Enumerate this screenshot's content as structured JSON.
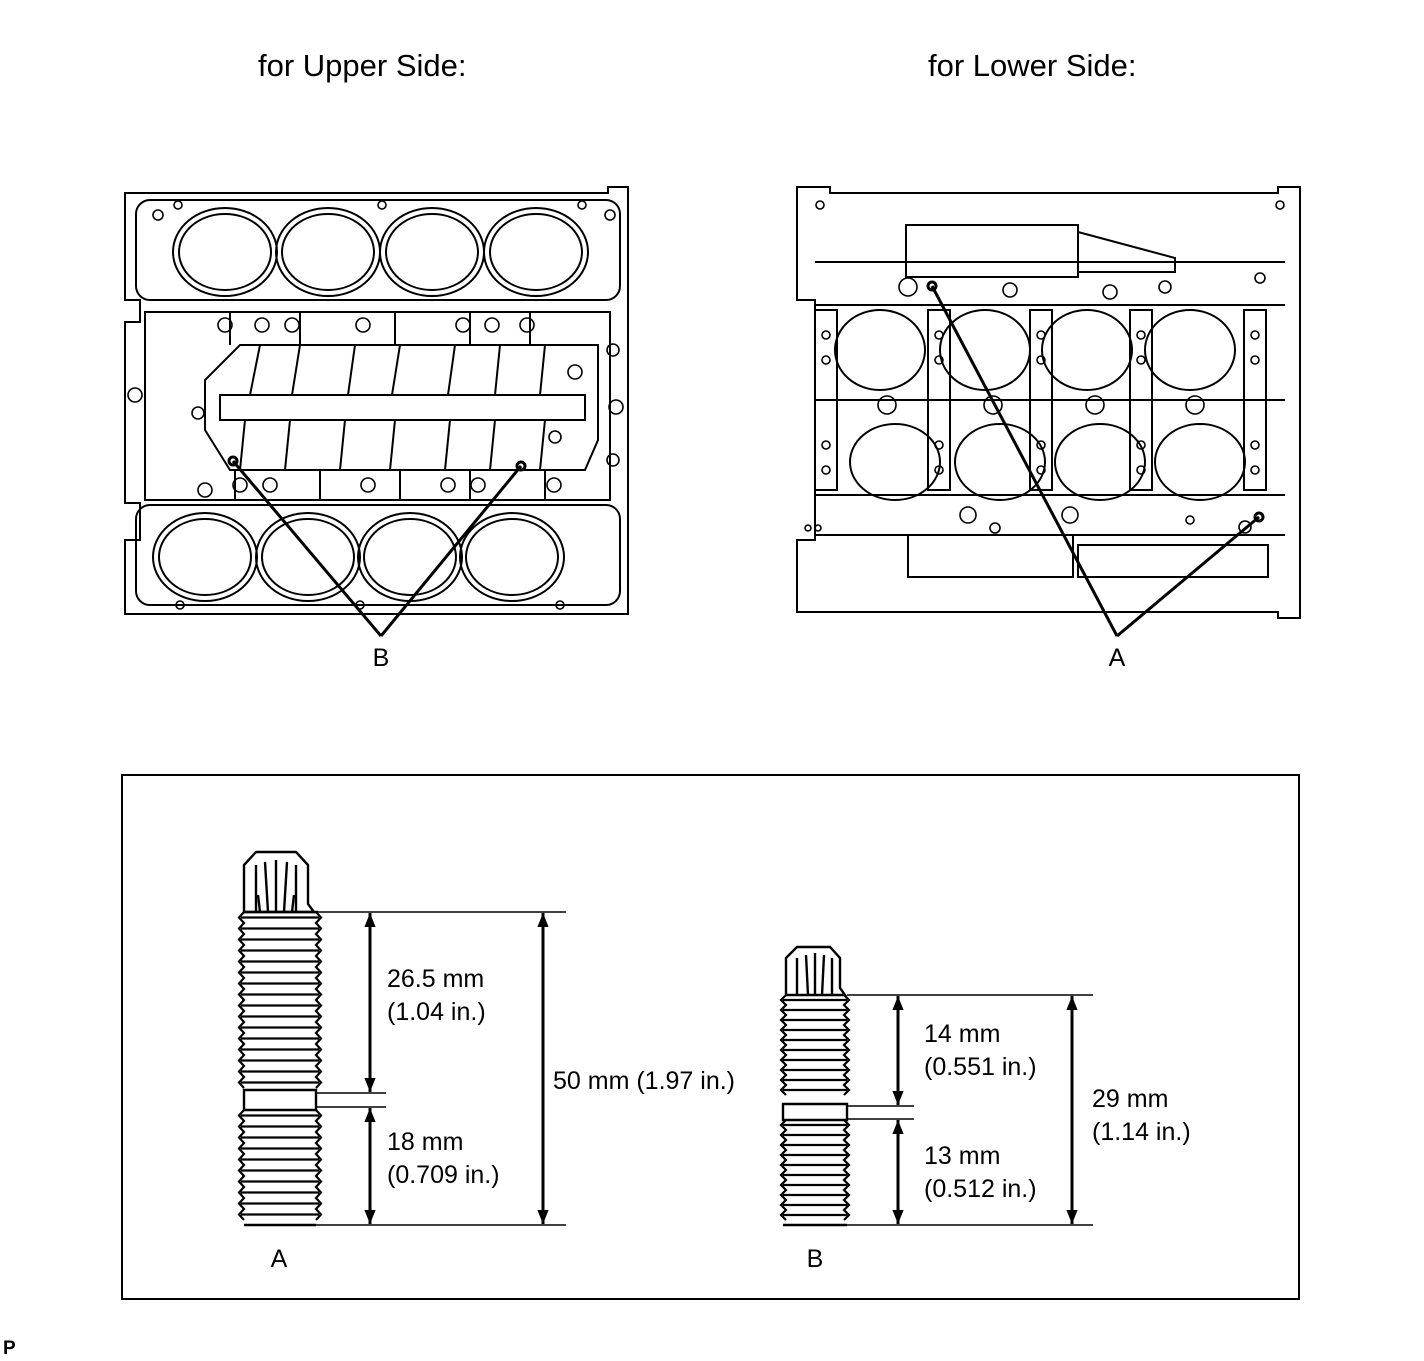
{
  "titles": {
    "upper": "for Upper Side:",
    "lower": "for Lower Side:"
  },
  "callouts": {
    "upper_view": "B",
    "lower_view": "A"
  },
  "stud_a": {
    "label": "A",
    "upper_mm": "26.5 mm",
    "upper_in": "(1.04 in.)",
    "lower_mm": "18 mm",
    "lower_in": "(0.709 in.)",
    "total": "50 mm (1.97 in.)"
  },
  "stud_b": {
    "label": "B",
    "upper_mm": "14 mm",
    "upper_in": "(0.551 in.)",
    "lower_mm": "13 mm",
    "lower_in": "(0.512 in.)",
    "total_mm": "29 mm",
    "total_in": "(1.14 in.)"
  },
  "figure_code": "P"
}
